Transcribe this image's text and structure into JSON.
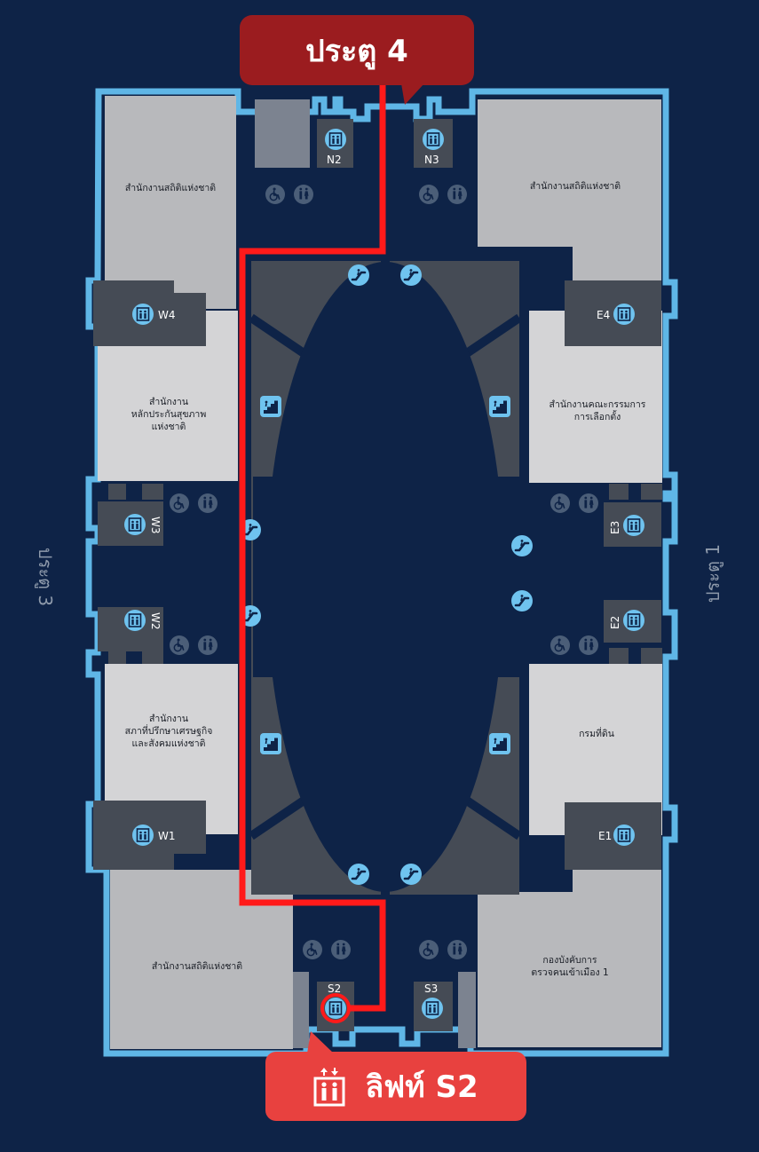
{
  "banners": {
    "gate_top": "ประตู 4",
    "destination": "ลิฟท์ S2"
  },
  "gates": {
    "left": "ประตู 3",
    "right": "ประตู 1"
  },
  "rooms": {
    "nw": "สำนักงานสถิติแห่งชาติ",
    "ne": "สำนักงานสถิติแห่งชาติ",
    "w_upper": [
      "สำนักงาน",
      "หลักประกันสุขภาพ",
      "แห่งชาติ"
    ],
    "e_upper": [
      "สำนักงานคณะกรรมการ",
      "การเลือกตั้ง"
    ],
    "w_lower": [
      "สำนักงาน",
      "สภาที่ปรึกษาเศรษฐกิจ",
      "และสังคมแห่งชาติ"
    ],
    "e_lower": "กรมที่ดิน",
    "sw": "สำนักงานสถิติแห่งชาติ",
    "se": [
      "กองบังคับการ",
      "ตรวจคนเข้าเมือง 1"
    ]
  },
  "lifts": {
    "N2": "N2",
    "N3": "N3",
    "W4": "W4",
    "E4": "E4",
    "W3": "W3",
    "E3": "E3",
    "W2": "W2",
    "E2": "E2",
    "W1": "W1",
    "E1": "E1",
    "S2": "S2",
    "S3": "S3"
  },
  "icon_names": [
    "elevator-icon",
    "escalator-icon",
    "stairs-icon",
    "wheelchair-icon",
    "restroom-icon"
  ],
  "colors": {
    "background": "#0e2347",
    "building_outline": "#5fb6e6",
    "room_light": "#d4d4d6",
    "room_mid": "#b8b9bc",
    "service_block": "#454b55",
    "route": "#ff1a1a",
    "gate_banner": "#9b1c1f",
    "destination_banner": "#e8413f",
    "icon_circle": "#6fc3ef"
  }
}
